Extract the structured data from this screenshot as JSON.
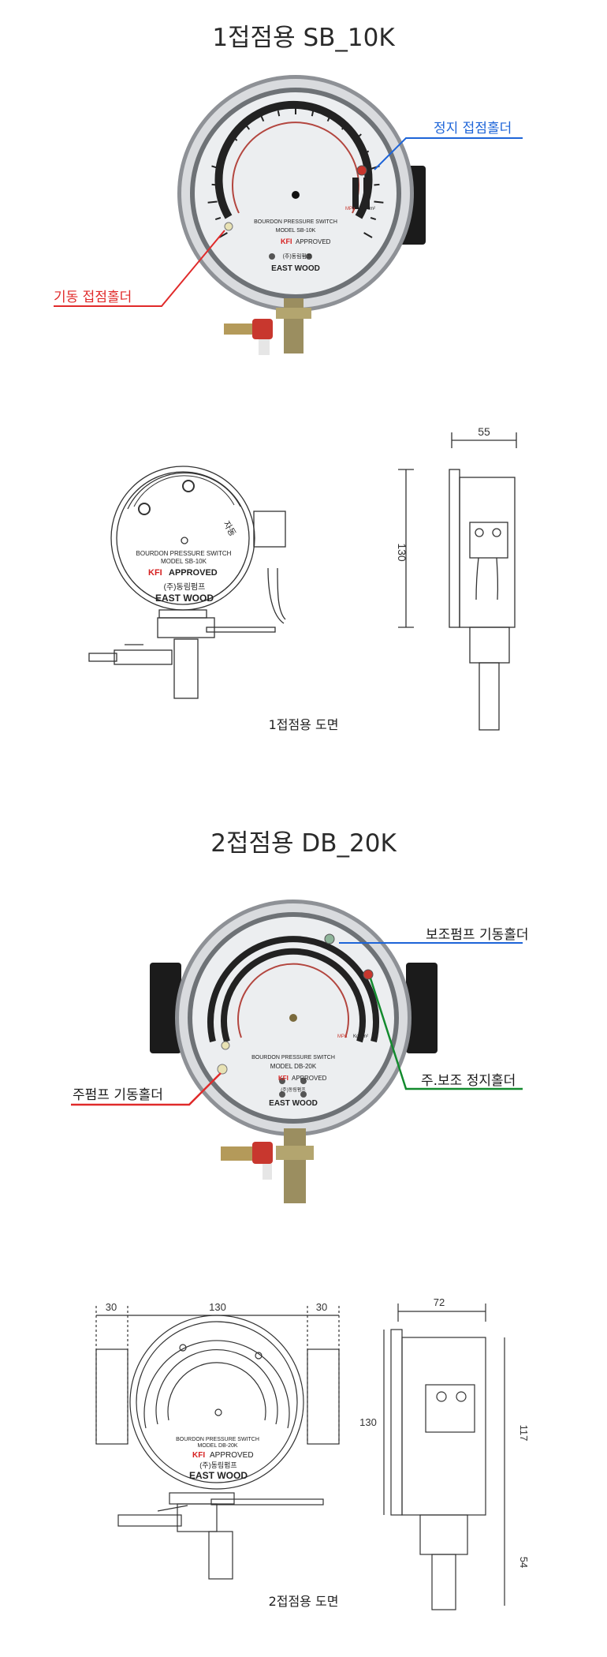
{
  "section1": {
    "title": "1접점용 SB_10K",
    "callout_stop": "정지 접점홀더",
    "callout_start": "기동 접점홀더",
    "gauge": {
      "line1": "BOURDON PRESSURE SWITCH",
      "line2": "MODEL SB-10K",
      "kfi": "KFI",
      "approved": "APPROVED",
      "maker": "(주)동림펌프",
      "brand": "EAST WOOD",
      "unit_mpa": "MPa",
      "unit_kg": "Kg/cm²"
    },
    "drawing": {
      "width_dim": "55",
      "height_dim": "130",
      "face_line1": "BOURDON PRESSURE SWITCH",
      "face_line2": "MODEL SB-10K",
      "kfi": "KFI",
      "approved": "APPROVED",
      "maker": "(주)동림펌프",
      "brand": "EAST WOOD",
      "arc_label": "자동"
    },
    "caption": "1접점용 도면"
  },
  "section2": {
    "title": "2접점용 DB_20K",
    "callout_aux_start": "보조펌프 기동홀더",
    "callout_main_start": "주펌프 기동홀더",
    "callout_stop": "주.보조 정지홀더",
    "gauge": {
      "line1": "BOURDON PRESSURE SWITCH",
      "line2": "MODEL DB-20K",
      "kfi": "KFI",
      "approved": "APPROVED",
      "maker": "(주)동림펌프",
      "brand": "EAST WOOD",
      "unit_mpa": "MPa",
      "unit_kg": "Kg/cm²"
    },
    "drawing": {
      "dim_left": "30",
      "dim_mid": "130",
      "dim_right": "30",
      "dim_depth": "72",
      "dim_height": "130",
      "dim_117": "117",
      "dim_54": "54",
      "face_line1": "BOURDON PRESSURE SWITCH",
      "face_line2": "MODEL DB-20K",
      "kfi": "KFI",
      "approved": "APPROVED",
      "maker": "(주)동림펌프",
      "brand": "EAST WOOD"
    },
    "caption": "2접점용 도면"
  },
  "colors": {
    "blue_callout": "#1d64d8",
    "red_callout": "#e02a2a",
    "green_callout": "#138a2e",
    "kfi_red": "#d62020"
  }
}
